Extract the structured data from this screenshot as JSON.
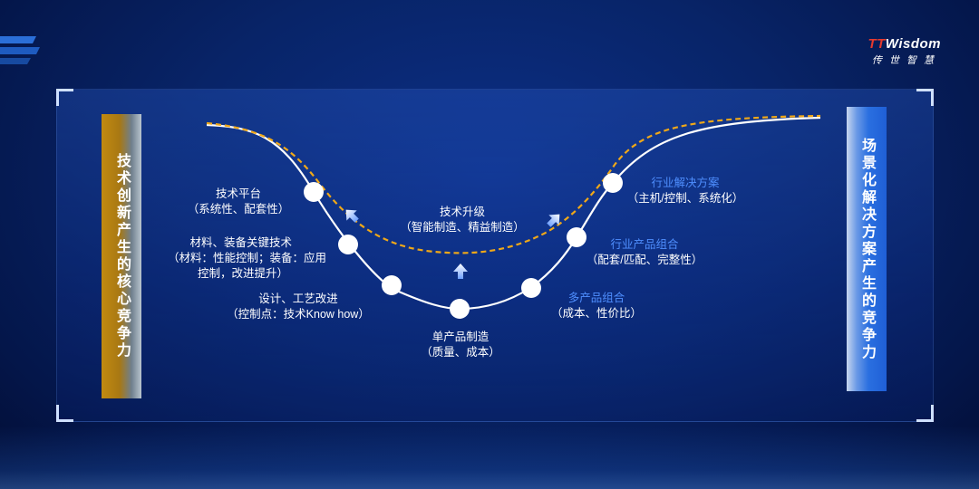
{
  "logo": {
    "brand_prefix": "TT",
    "brand_suffix": "Wisdom",
    "sub": "传世智慧"
  },
  "left_bar": "技术创新产生的核心竞争力",
  "right_bar": "场景化解决方案产生的竞争力",
  "upgrade": {
    "title": "技术升级",
    "sub": "（智能制造、精益制造）"
  },
  "stages_left": [
    {
      "title": "技术平台",
      "sub": "（系统性、配套性）"
    },
    {
      "title": "材料、装备关键技术",
      "sub": "（材料：性能控制；装备：应用",
      "sub2": "控制，改进提升）"
    },
    {
      "title": "设计、工艺改进",
      "sub": "（控制点：技术Know how）"
    }
  ],
  "stage_bottom": {
    "title": "单产品制造",
    "sub": "（质量、成本）"
  },
  "stages_right": [
    {
      "title": "多产品组合",
      "sub": "（成本、性价比）"
    },
    {
      "title": "行业产品组合",
      "sub": "（配套/匹配、完整性）"
    },
    {
      "title": "行业解决方案",
      "sub": "（主机/控制、系统化）"
    }
  ],
  "colors": {
    "curve": "#ffffff",
    "dashed": "#f0a818",
    "accent_blue": "#4f8fff",
    "logo_red": "#e63a2e"
  }
}
